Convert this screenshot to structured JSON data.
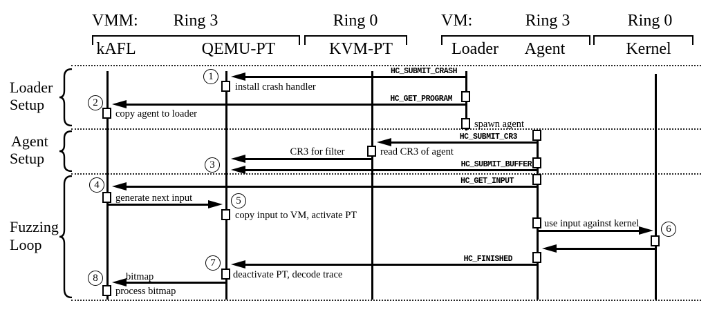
{
  "colors": {
    "ink": "#000000",
    "background": "#ffffff"
  },
  "header": {
    "vmm_title": "VMM:",
    "vmm_ring3": "Ring 3",
    "vmm_ring0": "Ring 0",
    "vm_title": "VM:",
    "vm_ring3": "Ring 3",
    "vm_ring0": "Ring 0",
    "lifelines": [
      "kAFL",
      "QEMU-PT",
      "KVM-PT",
      "Loader",
      "Agent",
      "Kernel"
    ]
  },
  "sections": [
    {
      "line1": "Loader",
      "line2": "Setup"
    },
    {
      "line1": "Agent",
      "line2": "Setup"
    },
    {
      "line1": "Fuzzing",
      "line2": "Loop"
    }
  ],
  "steps": [
    "1",
    "2",
    "3",
    "4",
    "5",
    "6",
    "7",
    "8"
  ],
  "messages": {
    "hc_submit_crash": "HC_SUBMIT_CRASH",
    "install_crash_handler": "install crash handler",
    "hc_get_program": "HC_GET_PROGRAM",
    "copy_agent_to_loader": "copy agent to loader",
    "spawn_agent": "spawn agent",
    "hc_submit_cr3": "HC_SUBMIT_CR3",
    "read_cr3_of_agent": "read CR3 of agent",
    "cr3_for_filter": "CR3 for filter",
    "hc_submit_buffer": "HC_SUBMIT_BUFFER",
    "hc_get_input": "HC_GET_INPUT",
    "generate_next_input": "generate next input",
    "copy_input_to_vm": "copy input to VM, activate PT",
    "use_input_against_kernel": "use input against kernel",
    "hc_finished": "HC_FINISHED",
    "deactivate_pt_decode_trace": "deactivate PT, decode trace",
    "bitmap": "bitmap",
    "process_bitmap": "process bitmap"
  }
}
